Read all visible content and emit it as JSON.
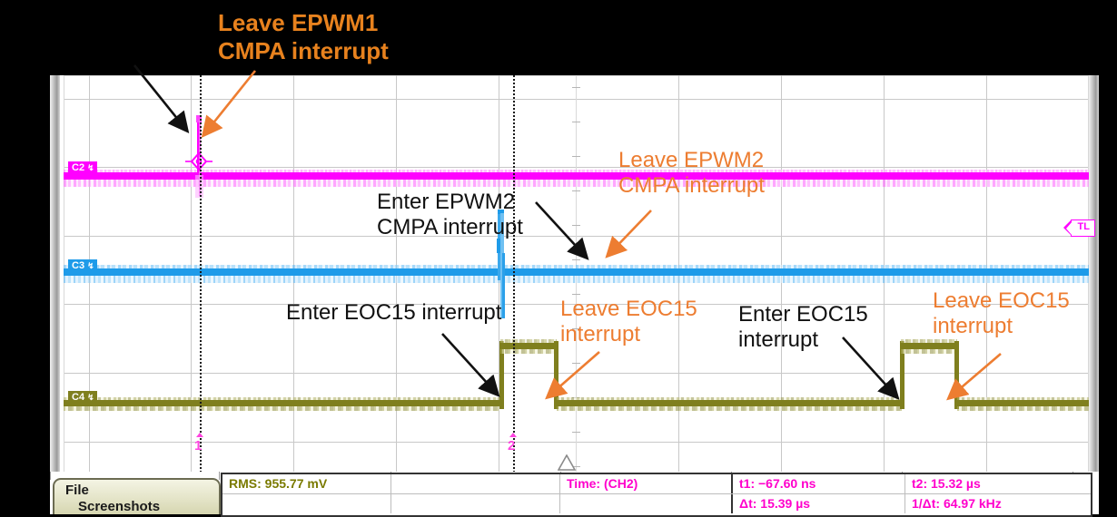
{
  "instrument": {
    "channels": [
      {
        "tag": "C2",
        "color": "#ff00ff",
        "name": "channel-2-magenta"
      },
      {
        "tag": "C3",
        "color": "#1e9be9",
        "name": "channel-3-blue"
      },
      {
        "tag": "C4",
        "color": "#7f7f1e",
        "name": "channel-4-olive"
      }
    ],
    "trigger_flag": "TL",
    "cursors": [
      {
        "label": "1"
      },
      {
        "label": "2"
      }
    ]
  },
  "annotations": [
    {
      "id": "leave-epwm1",
      "text": "Leave EPWM1\nCMPA interrupt",
      "color": "#E8821E"
    },
    {
      "id": "enter-epwm2",
      "text": "Enter EPWM2\nCMPA interrupt",
      "color": "#111111"
    },
    {
      "id": "leave-epwm2",
      "text": "Leave EPWM2\nCMPA interrupt",
      "color": "#ED7D31"
    },
    {
      "id": "enter-eoc15-left",
      "text": "Enter EOC15 interrupt",
      "color": "#111111"
    },
    {
      "id": "leave-eoc15-left",
      "text": "Leave EOC15\ninterrupt",
      "color": "#ED7D31"
    },
    {
      "id": "enter-eoc15-right",
      "text": "Enter EOC15\ninterrupt",
      "color": "#111111"
    },
    {
      "id": "leave-eoc15-right",
      "text": "Leave EOC15\ninterrupt",
      "color": "#ED7D31"
    }
  ],
  "measurements": {
    "row1": {
      "rms": "RMS: 955.77 mV",
      "blank": "",
      "time_source": "Time:  (CH2)",
      "t1": "t1: −67.60 ns",
      "t2": "t2: 15.32 µs"
    },
    "row2": {
      "blank1": "",
      "blank2": "",
      "blank3": "",
      "dt": "Δt: 15.39 µs",
      "freq": "1/Δt: 64.97 kHz"
    }
  },
  "file_button": {
    "line1": "File",
    "line2": "Screenshots"
  }
}
